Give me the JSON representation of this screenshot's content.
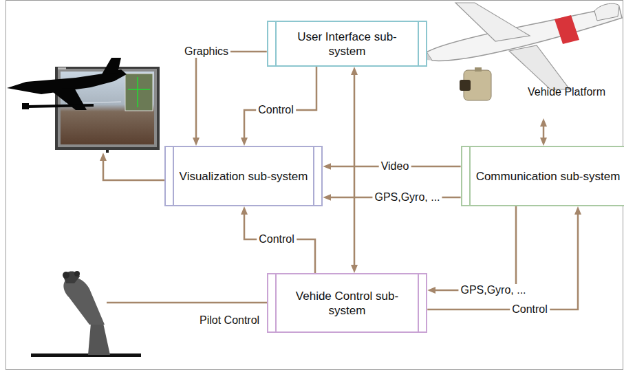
{
  "diagram": {
    "nodes": [
      {
        "text": [
          "User Interface sub-system"
        ]
      },
      {
        "text": [
          "Visualization sub-system"
        ]
      },
      {
        "text": [
          "Communication sub-system"
        ]
      },
      {
        "text": [
          "Vehide Control sub-system"
        ]
      }
    ],
    "edges": [
      {
        "from": 0,
        "to": 1,
        "label": "Graphics",
        "arrow": "to"
      },
      {
        "from": 0,
        "to": 1,
        "label": "Control",
        "arrow": "to"
      },
      {
        "from": 0,
        "to": 3,
        "arrow": "both"
      },
      {
        "from": 2,
        "to": 1,
        "label": "Video",
        "arrow": "to"
      },
      {
        "from": 2,
        "to": 1,
        "label": "GPS,Gyro, ...",
        "arrow": "to"
      },
      {
        "from": 3,
        "to": 1,
        "label": "Control",
        "arrow": "to"
      },
      {
        "from": 2,
        "to": 3,
        "label": "GPS,Gyro, ...",
        "arrow": "to"
      },
      {
        "from": 3,
        "to": 2,
        "label": "Control",
        "arrow": "to"
      }
    ],
    "labels": [
      "Vehide Platform",
      "Pilot Control"
    ]
  }
}
